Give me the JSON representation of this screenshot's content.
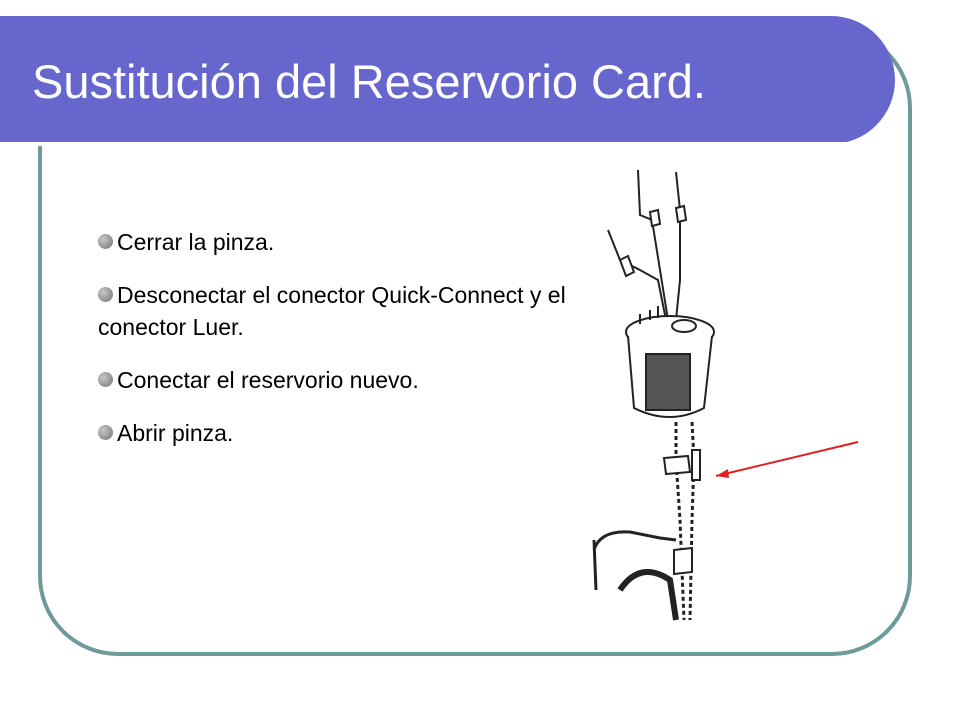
{
  "slide": {
    "title": "Sustitución del Reservorio Card.",
    "bullets": [
      "Cerrar la pinza.",
      "Desconectar el conector Quick-Connect y el conector Luer.",
      "Conectar el reservorio nuevo.",
      "Abrir pinza."
    ]
  },
  "colors": {
    "title_bar": "#6666cc",
    "frame_border": "#6e9a9a",
    "arrow": "#e02020"
  },
  "figure": {
    "icon": "reservoir-line-drawing",
    "pointer": "red-arrow"
  }
}
